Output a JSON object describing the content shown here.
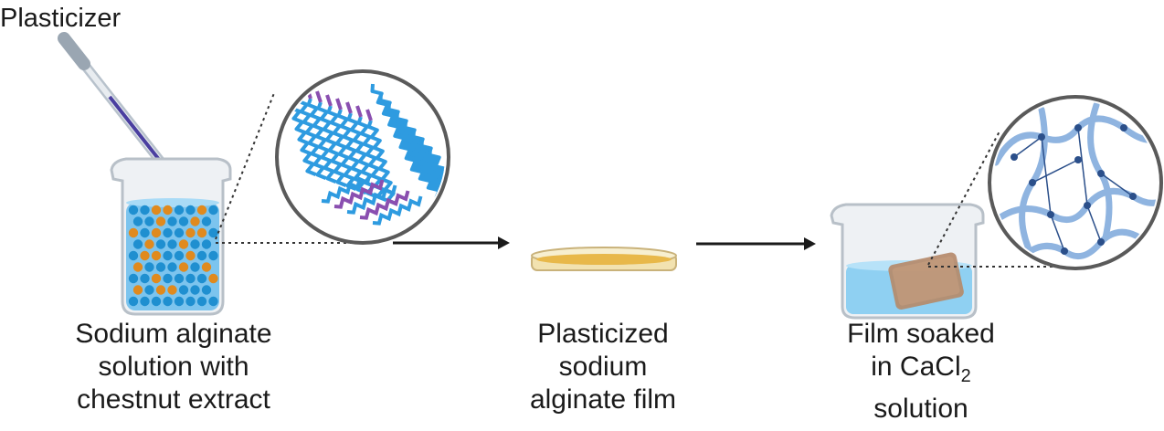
{
  "plasticizer_label": "Plasticizer",
  "step1": {
    "line1": "Sodium alginate",
    "line2": "solution with",
    "line3": "chestnut extract"
  },
  "step2": {
    "line1": "Plasticized",
    "line2": "sodium",
    "line3": "alginate film"
  },
  "step3": {
    "line1": "Film soaked",
    "line2_prefix": "in CaCl",
    "line2_sub": "2",
    "line3": "solution"
  },
  "colors": {
    "beaker_glass": "#d8dde2",
    "liquid_blue": "#3fa9e0",
    "particle_blue": "#1f8fd0",
    "particle_orange": "#e08a1e",
    "polymer_blue": "#2e9be0",
    "polymer_purple": "#8a4fb0",
    "film_yellow": "#e8b84a",
    "soaked_film": "#b58a6a",
    "network_blue": "#8fb4e0"
  }
}
